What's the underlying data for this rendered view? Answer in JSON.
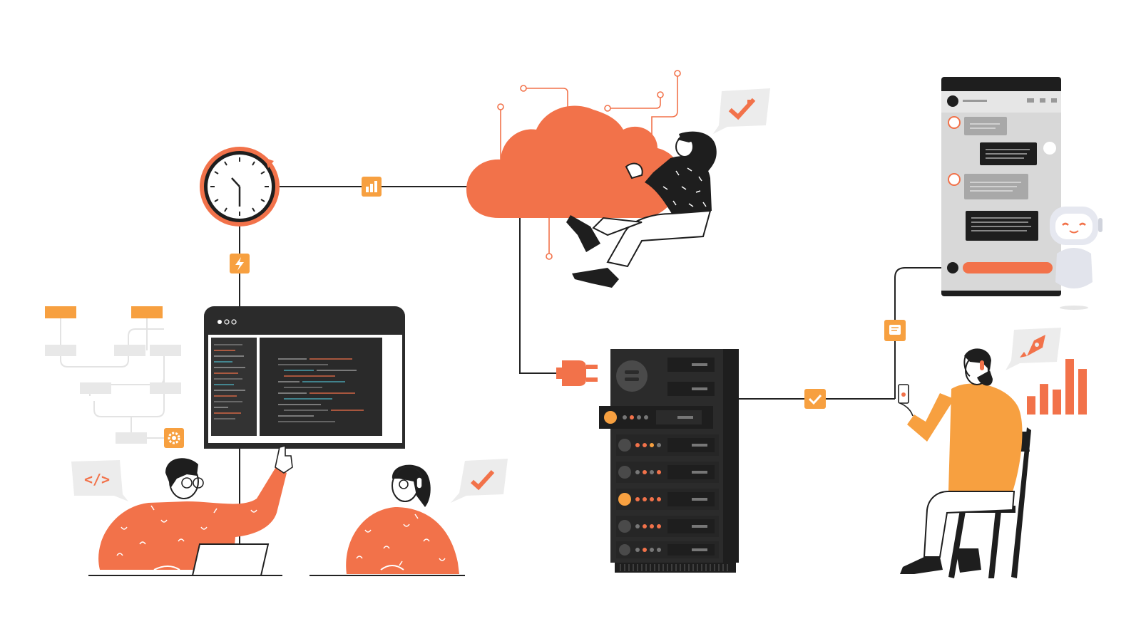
{
  "colors": {
    "orange": "#F2724A",
    "amber": "#F7A040",
    "dark": "#2B2B2B",
    "darker": "#1E1E1E",
    "mid_gray": "#4A4A4A",
    "light_gray": "#E6E6E6",
    "line": "#222222",
    "phone_bg": "#DADADA"
  },
  "icons": {
    "clock": "clock-icon",
    "bar_chart_badge": "bar-chart-icon",
    "lightning_badge": "lightning-icon",
    "settings_badge": "gear-icon",
    "plug": "plug-icon",
    "check_badge": "check-icon",
    "message_badge": "message-icon",
    "code_bubble": "code-icon",
    "pencil_check_bubbles": "pencil-check-icon",
    "rocket_bubble": "rocket-icon",
    "robot": "robot-icon"
  },
  "bar_chart_levels": [
    0.33,
    0.55,
    0.45,
    1.0,
    0.82
  ]
}
